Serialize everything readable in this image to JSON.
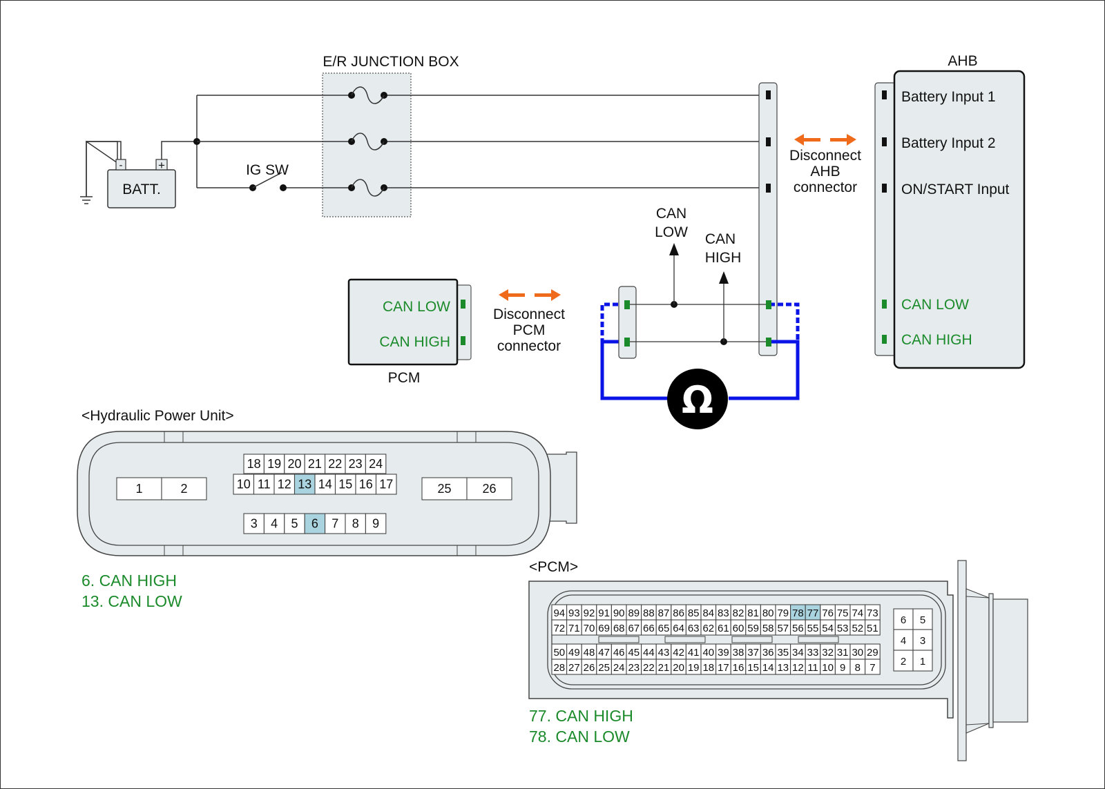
{
  "diagram": {
    "battery": {
      "label": "BATT.",
      "neg": "-",
      "pos": "+"
    },
    "ig_switch": {
      "label": "IG SW"
    },
    "junction_box": {
      "label": "E/R JUNCTION BOX"
    },
    "ahb": {
      "title": "AHB",
      "pins": [
        {
          "label": "Battery Input 1",
          "color": "black"
        },
        {
          "label": "Battery Input 2",
          "color": "black"
        },
        {
          "label": "ON/START Input",
          "color": "black"
        },
        {
          "label": "CAN LOW",
          "color": "green"
        },
        {
          "label": "CAN HIGH",
          "color": "green"
        }
      ]
    },
    "ahb_disconnect": {
      "line1": "Disconnect",
      "line2": "AHB",
      "line3": "connector"
    },
    "pcm": {
      "title": "PCM",
      "pins": [
        {
          "label": "CAN LOW"
        },
        {
          "label": "CAN HIGH"
        }
      ]
    },
    "pcm_disconnect": {
      "line1": "Disconnect",
      "line2": "PCM",
      "line3": "connector"
    },
    "can_low_arrow": {
      "line1": "CAN",
      "line2": "LOW"
    },
    "can_high_arrow": {
      "line1": "CAN",
      "line2": "HIGH"
    },
    "ohmmeter": {
      "symbol": "Ω"
    },
    "colors": {
      "green": "#1a8a2a",
      "orange": "#f06a1c",
      "blue": "#0a14e6",
      "panel": "#e6ecee",
      "highlight": "#a9d3df"
    }
  },
  "hpu_connector": {
    "title": "<Hydraulic Power Unit>",
    "left_pins": [
      "1",
      "2"
    ],
    "right_pins": [
      "25",
      "26"
    ],
    "top_row": [
      "18",
      "19",
      "20",
      "21",
      "22",
      "23",
      "24"
    ],
    "mid_row": [
      "10",
      "11",
      "12",
      "13",
      "14",
      "15",
      "16",
      "17"
    ],
    "bottom_row": [
      "3",
      "4",
      "5",
      "6",
      "7",
      "8",
      "9"
    ],
    "highlighted": [
      "13",
      "6"
    ],
    "legend": [
      "6. CAN HIGH",
      "13. CAN LOW"
    ]
  },
  "pcm_connector": {
    "title": "<PCM>",
    "row1": [
      "94",
      "93",
      "92",
      "91",
      "90",
      "89",
      "88",
      "87",
      "86",
      "85",
      "84",
      "83",
      "82",
      "81",
      "80",
      "79",
      "78",
      "77",
      "76",
      "75",
      "74",
      "73"
    ],
    "row2": [
      "72",
      "71",
      "70",
      "69",
      "68",
      "67",
      "66",
      "65",
      "64",
      "63",
      "62",
      "61",
      "60",
      "59",
      "58",
      "57",
      "56",
      "55",
      "54",
      "53",
      "52",
      "51"
    ],
    "row3": [
      "50",
      "49",
      "48",
      "47",
      "46",
      "45",
      "44",
      "43",
      "42",
      "41",
      "40",
      "39",
      "38",
      "37",
      "36",
      "35",
      "34",
      "33",
      "32",
      "31",
      "30",
      "29"
    ],
    "row4": [
      "28",
      "27",
      "26",
      "25",
      "24",
      "23",
      "22",
      "21",
      "20",
      "19",
      "18",
      "17",
      "16",
      "15",
      "14",
      "13",
      "12",
      "11",
      "10",
      "9",
      "8",
      "7"
    ],
    "small_block": [
      [
        "6",
        "5"
      ],
      [
        "4",
        "3"
      ],
      [
        "2",
        "1"
      ]
    ],
    "highlighted": [
      "78",
      "77"
    ],
    "legend": [
      "77. CAN HIGH",
      "78. CAN LOW"
    ]
  }
}
